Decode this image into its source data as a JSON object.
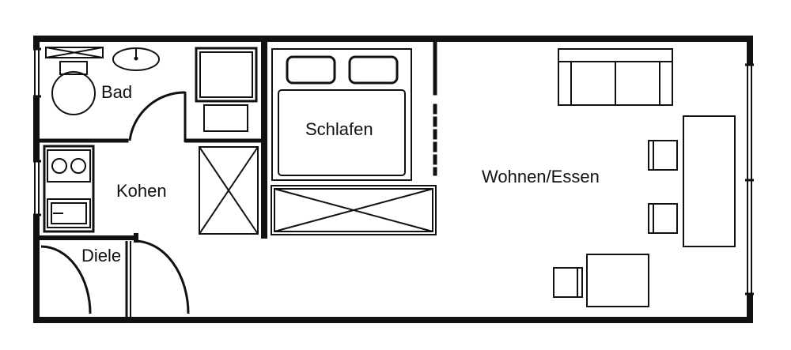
{
  "rooms": {
    "bath": "Bad",
    "bedroom": "Schlafen",
    "kitchen": "Kohen",
    "hall": "Diele",
    "living": "Wohnen/Essen"
  },
  "colors": {
    "ink": "#111111",
    "paper": "#ffffff"
  }
}
